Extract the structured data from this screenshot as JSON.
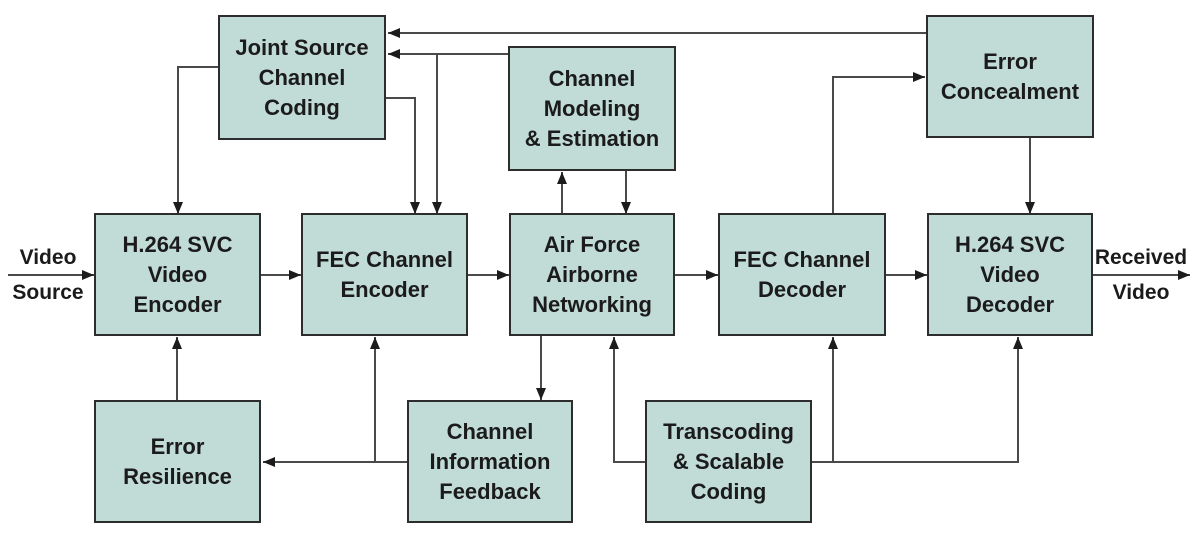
{
  "diagram": {
    "figure_name": "video-over-airborne-network-block-diagram",
    "boxes": {
      "jscc": {
        "label": "Joint Source\nChannel\nCoding"
      },
      "cme": {
        "label": "Channel\nModeling\n& Estimation"
      },
      "ec": {
        "label": "Error\nConcealment"
      },
      "enc": {
        "label": "H.264 SVC\nVideo\nEncoder"
      },
      "fecenc": {
        "label": "FEC Channel\nEncoder"
      },
      "afan": {
        "label": "Air Force\nAirborne\nNetworking"
      },
      "fecdec": {
        "label": "FEC Channel\nDecoder"
      },
      "dec": {
        "label": "H.264 SVC\nVideo\nDecoder"
      },
      "er": {
        "label": "Error\nResilience"
      },
      "cif": {
        "label": "Channel\nInformation\nFeedback"
      },
      "tsc": {
        "label": "Transcoding\n& Scalable\nCoding"
      }
    },
    "labels": {
      "video_source": "Video\nSource",
      "received_video": "Received\nVideo"
    },
    "edges": [
      {
        "from": "video-source",
        "to": "h264-svc-video-encoder"
      },
      {
        "from": "h264-svc-video-encoder",
        "to": "fec-channel-encoder"
      },
      {
        "from": "fec-channel-encoder",
        "to": "air-force-airborne-networking"
      },
      {
        "from": "air-force-airborne-networking",
        "to": "fec-channel-decoder"
      },
      {
        "from": "fec-channel-decoder",
        "to": "h264-svc-video-decoder"
      },
      {
        "from": "h264-svc-video-decoder",
        "to": "received-video"
      },
      {
        "from": "joint-source-channel-coding",
        "to": "h264-svc-video-encoder"
      },
      {
        "from": "joint-source-channel-coding",
        "to": "fec-channel-encoder"
      },
      {
        "from": "channel-modeling-estimation",
        "to": "joint-source-channel-coding"
      },
      {
        "from": "channel-modeling-estimation",
        "to": "fec-channel-encoder"
      },
      {
        "from": "channel-modeling-estimation",
        "to": "air-force-airborne-networking"
      },
      {
        "from": "air-force-airborne-networking",
        "to": "channel-modeling-estimation"
      },
      {
        "from": "error-concealment",
        "to": "joint-source-channel-coding"
      },
      {
        "from": "error-concealment",
        "to": "h264-svc-video-decoder"
      },
      {
        "from": "fec-channel-decoder",
        "to": "error-concealment"
      },
      {
        "from": "air-force-airborne-networking",
        "to": "channel-information-feedback"
      },
      {
        "from": "channel-information-feedback",
        "to": "error-resilience"
      },
      {
        "from": "channel-information-feedback",
        "to": "fec-channel-encoder"
      },
      {
        "from": "error-resilience",
        "to": "h264-svc-video-encoder"
      },
      {
        "from": "transcoding-scalable-coding",
        "to": "air-force-airborne-networking"
      },
      {
        "from": "transcoding-scalable-coding",
        "to": "fec-channel-decoder"
      },
      {
        "from": "transcoding-scalable-coding",
        "to": "h264-svc-video-decoder"
      }
    ],
    "colors": {
      "box_fill": "#c1dbd7",
      "box_border": "#2d2d2d",
      "line": "#4a4a4a",
      "arrowhead": "#1c1c1c",
      "text": "#1b1b1b",
      "background": "#ffffff"
    }
  }
}
